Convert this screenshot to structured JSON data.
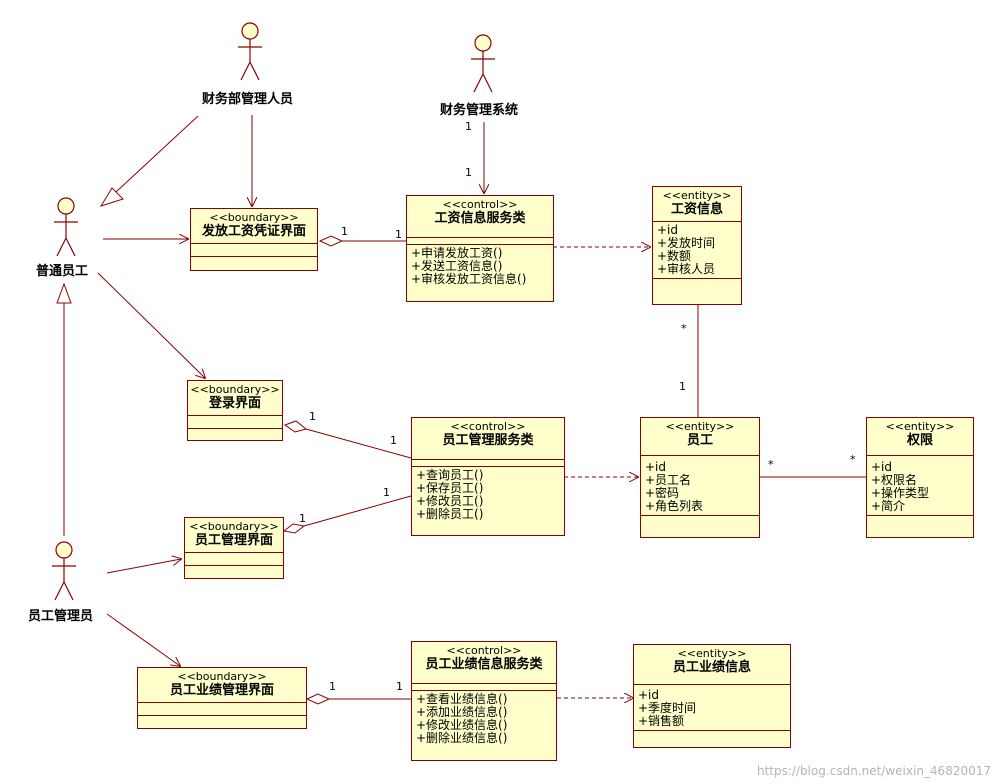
{
  "actors": {
    "finance_manager": "财务部管理人员",
    "finance_system": "财务管理系统",
    "ordinary_employee": "普通员工",
    "employee_manager": "员工管理员"
  },
  "classes": {
    "salary_voucher_ui": {
      "stereotype": "<<boundary>>",
      "name": "发放工资凭证界面",
      "attributes": [],
      "operations": []
    },
    "salary_service": {
      "stereotype": "<<control>>",
      "name": "工资信息服务类",
      "attributes": [],
      "operations": [
        "+申请发放工资()",
        "+发送工资信息()",
        "+审核发放工资信息()"
      ]
    },
    "salary_info": {
      "stereotype": "<<entity>>",
      "name": "工资信息",
      "attributes": [
        "+id",
        "+发放时间",
        "+数额",
        "+审核人员"
      ],
      "operations": []
    },
    "login_ui": {
      "stereotype": "<<boundary>>",
      "name": "登录界面",
      "attributes": [],
      "operations": []
    },
    "employee_service": {
      "stereotype": "<<control>>",
      "name": "员工管理服务类",
      "attributes": [],
      "operations": [
        "+查询员工()",
        "+保存员工()",
        "+修改员工()",
        "+删除员工()"
      ]
    },
    "employee": {
      "stereotype": "<<entity>>",
      "name": "员工",
      "attributes": [
        "+id",
        "+员工名",
        "+密码",
        "+角色列表"
      ],
      "operations": []
    },
    "permission": {
      "stereotype": "<<entity>>",
      "name": "权限",
      "attributes": [
        "+id",
        "+权限名",
        "+操作类型",
        "+简介"
      ],
      "operations": []
    },
    "employee_ui": {
      "stereotype": "<<boundary>>",
      "name": "员工管理界面",
      "attributes": [],
      "operations": []
    },
    "performance_ui": {
      "stereotype": "<<boundary>>",
      "name": "员工业绩管理界面",
      "attributes": [],
      "operations": []
    },
    "performance_service": {
      "stereotype": "<<control>>",
      "name": "员工业绩信息服务类",
      "attributes": [],
      "operations": [
        "+查看业绩信息()",
        "+添加业绩信息()",
        "+修改业绩信息()",
        "+删除业绩信息()"
      ]
    },
    "performance_info": {
      "stereotype": "<<entity>>",
      "name": "员工业绩信息",
      "attributes": [
        "+id",
        "+季度时间",
        "+销售额"
      ],
      "operations": []
    }
  },
  "multiplicities": {
    "sys_top": "1",
    "sys_bottom": "1",
    "salary_agg_left": "1",
    "salary_agg_right": "1",
    "salary_info_star": "*",
    "employee_one": "1",
    "login_agg_left": "1",
    "login_agg_right": "1",
    "emp_agg_left": "1",
    "emp_agg_right": "1",
    "emp_perm_left": "*",
    "emp_perm_right": "*",
    "perf_agg_left": "1",
    "perf_agg_right": "1"
  },
  "colors": {
    "line": "#8b0000",
    "fill": "#ffffcc",
    "actor_fill": "#ffffcc"
  },
  "watermark": "https://blog.csdn.net/weixin_46820017"
}
